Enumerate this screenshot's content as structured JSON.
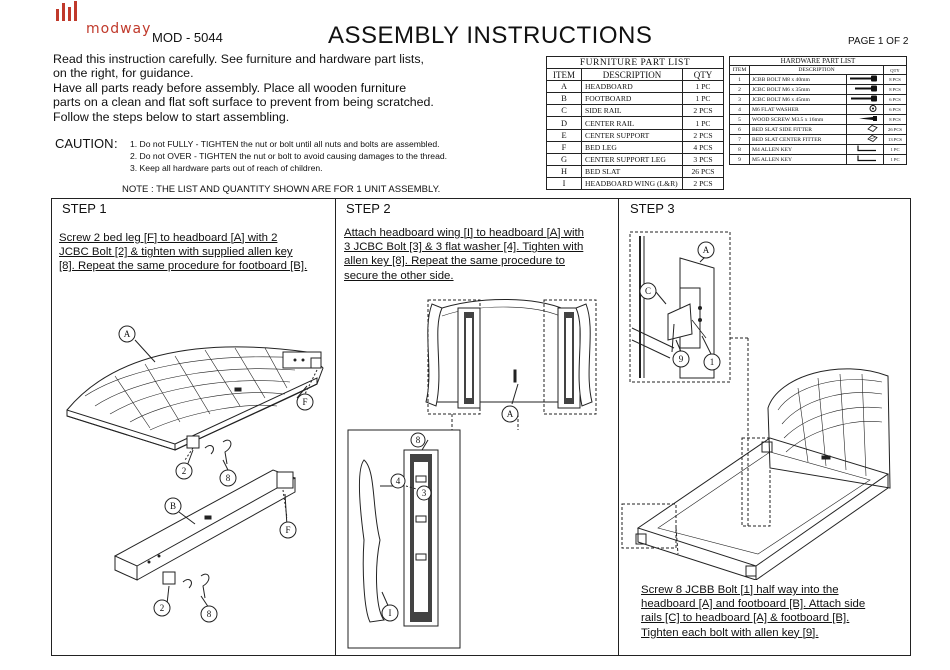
{
  "header": {
    "brand": "modway",
    "model": "MOD - 5044",
    "title": "ASSEMBLY INSTRUCTIONS",
    "page": "PAGE 1 OF 2"
  },
  "intro": [
    "Read this instruction carefully. See furniture and hardware part lists,",
    "on the right, for guidance.",
    "Have all parts ready before assembly. Place all wooden furniture",
    "parts on a clean and flat soft surface to prevent from being scratched.",
    "Follow the steps below to start assembling."
  ],
  "caution": {
    "label": "CAUTION",
    "colon": ":",
    "items": [
      "1. Do not FULLY - TIGHTEN the nut or bolt until all nuts and bolts are assembled.",
      "2. Do not OVER - TIGHTEN the nut or bolt to avoid causing damages to the thread.",
      "3. Keep all hardware parts out of reach of children."
    ]
  },
  "note": "NOTE : THE LIST AND QUANTITY SHOWN ARE FOR 1 UNIT ASSEMBLY.",
  "furniture_list": {
    "title": "FURNITURE PART LIST",
    "headers": [
      "ITEM",
      "DESCRIPTION",
      "QTY"
    ],
    "rows": [
      [
        "A",
        "HEADBOARD",
        "1 PC"
      ],
      [
        "B",
        "FOOTBOARD",
        "1 PC"
      ],
      [
        "C",
        "SIDE RAIL",
        "2 PCS"
      ],
      [
        "D",
        "CENTER RAIL",
        "1 PC"
      ],
      [
        "E",
        "CENTER SUPPORT",
        "2 PCS"
      ],
      [
        "F",
        "BED LEG",
        "4 PCS"
      ],
      [
        "G",
        "CENTER SUPPORT LEG",
        "3 PCS"
      ],
      [
        "H",
        "BED SLAT",
        "26 PCS"
      ],
      [
        "I",
        "HEADBOARD WING (L&R)",
        "2 PCS"
      ]
    ]
  },
  "hardware_list": {
    "title": "HARDWARE PART LIST",
    "headers": [
      "ITEM",
      "DESCRIPTION",
      "QTY"
    ],
    "rows": [
      [
        "1",
        "JCBB BOLT M8 x 40mm",
        "bolt-icon",
        "8 PCS"
      ],
      [
        "2",
        "JCBC BOLT M6 x 35mm",
        "bolt-icon",
        "8 PCS"
      ],
      [
        "3",
        "JCBC BOLT M6 x 45mm",
        "bolt-icon",
        "6 PCS"
      ],
      [
        "4",
        "M6 FLAT WASHER",
        "washer-icon",
        "6 PCS"
      ],
      [
        "5",
        "WOOD SCREW M3.5 x 16mm",
        "screw-icon",
        "8 PCS"
      ],
      [
        "6",
        "BED SLAT SIDE FITTER",
        "fitter-icon",
        "26 PCS"
      ],
      [
        "7",
        "BED SLAT CENTER FITTER",
        "fitter-icon",
        "13 PCS"
      ],
      [
        "8",
        "M4 ALLEN KEY",
        "allen-key-icon",
        "1 PC"
      ],
      [
        "9",
        "M5 ALLEN KEY",
        "allen-key-icon",
        "1 PC"
      ]
    ]
  },
  "steps": [
    {
      "label": "STEP 1",
      "text": [
        "Screw 2 bed leg [F] to headboard [A] with 2",
        "JCBC Bolt [2] & tighten with supplied allen key",
        "[8]. Repeat the same procedure for footboard [B]."
      ],
      "callouts": {
        "a": "A",
        "f1": "F",
        "n2a": "2",
        "n8a": "8",
        "b": "B",
        "f2": "F",
        "n2b": "2",
        "n8b": "8"
      }
    },
    {
      "label": "STEP 2",
      "text": [
        "Attach headboard wing [I] to headboard [A] with",
        "3 JCBC Bolt [3] & 3 flat washer [4]. Tighten with",
        "allen key [8]. Repeat the same procedure to",
        "secure the other side."
      ],
      "callouts": {
        "a": "A",
        "n8": "8",
        "n4": "4",
        "n3": "3",
        "i": "I"
      }
    },
    {
      "label": "STEP 3",
      "text": [
        "Screw 8 JCBB Bolt [1] half way into the",
        "headboard [A] and footboard [B]. Attach side",
        "rails [C] to headboard [A] & footboard [B].",
        "Tighten each bolt with allen key [9]."
      ],
      "callouts": {
        "a": "A",
        "c": "C",
        "n9": "9",
        "n1": "1"
      }
    }
  ]
}
